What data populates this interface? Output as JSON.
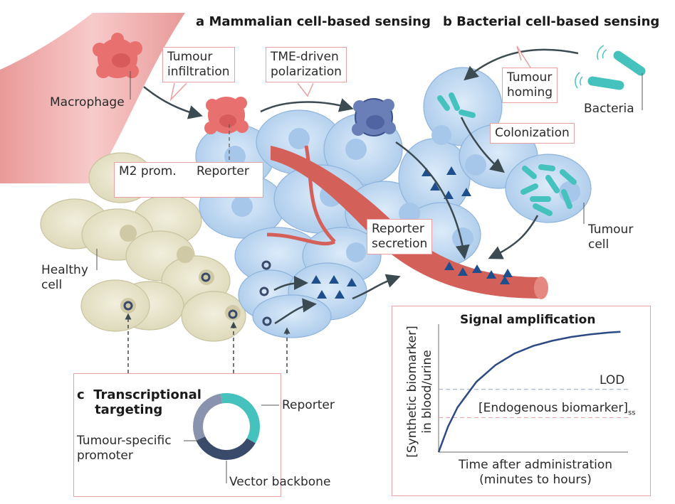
{
  "panels": {
    "a": {
      "letter": "a",
      "title": "Mammalian cell-based sensing"
    },
    "b": {
      "letter": "b",
      "title": "Bacterial cell-based sensing"
    },
    "c": {
      "letter": "c",
      "title_line1": "Transcriptional",
      "title_line2": "targeting"
    }
  },
  "labels": {
    "macrophage": "Macrophage",
    "tumour_infiltration_1": "Tumour",
    "tumour_infiltration_2": "infiltration",
    "tme_1": "TME-driven",
    "tme_2": "polarization",
    "tumour_homing_1": "Tumour",
    "tumour_homing_2": "homing",
    "bacteria": "Bacteria",
    "colonization": "Colonization",
    "m2_prom": "M2 prom.",
    "reporter_construct": "Reporter",
    "reporter_secretion_1": "Reporter",
    "reporter_secretion_2": "secretion",
    "tumour_cell_1": "Tumour",
    "tumour_cell_2": "cell",
    "healthy_cell_1": "Healthy",
    "healthy_cell_2": "cell"
  },
  "vector": {
    "segments": [
      {
        "name": "Reporter",
        "color": "#45c2bd"
      },
      {
        "name": "Vector backbone",
        "color": "#3a4a6a"
      },
      {
        "name": "Tumour-specific promoter",
        "color": "#8a93ad"
      }
    ],
    "label_reporter": "Reporter",
    "label_backbone": "Vector backbone",
    "label_promoter_1": "Tumour-specific",
    "label_promoter_2": "promoter"
  },
  "colors": {
    "vessel": "#d4605a",
    "tumour_cell": "#bcd7f0",
    "healthy_cell": "#e8e4cc",
    "bacteria": "#45c2bd",
    "reporter_triangle": "#1f4e8c",
    "box_border": "#e8a0a0",
    "arrow": "#3c4a52"
  },
  "chart_data": {
    "type": "line",
    "title": "Signal amplification",
    "xlabel_1": "Time after administration",
    "xlabel_2": "(minutes to hours)",
    "ylabel_1": "[Synthetic biomarker]",
    "ylabel_2": "in blood/urine",
    "xlim": [
      0,
      1
    ],
    "ylim": [
      0,
      1
    ],
    "grid": false,
    "series": [
      {
        "name": "Synthetic biomarker",
        "x": [
          0,
          0.05,
          0.1,
          0.2,
          0.3,
          0.4,
          0.5,
          0.6,
          0.7,
          0.8,
          0.9,
          0.96
        ],
        "y": [
          0,
          0.2,
          0.35,
          0.55,
          0.68,
          0.77,
          0.83,
          0.87,
          0.9,
          0.92,
          0.935,
          0.94
        ]
      }
    ],
    "reference_lines": [
      {
        "label": "LOD",
        "y": 0.49,
        "color": "#9aa6c8"
      },
      {
        "label": "[Endogenous biomarker]",
        "subscript": "ss",
        "y": 0.27,
        "color": "#e8a0a0"
      }
    ]
  }
}
